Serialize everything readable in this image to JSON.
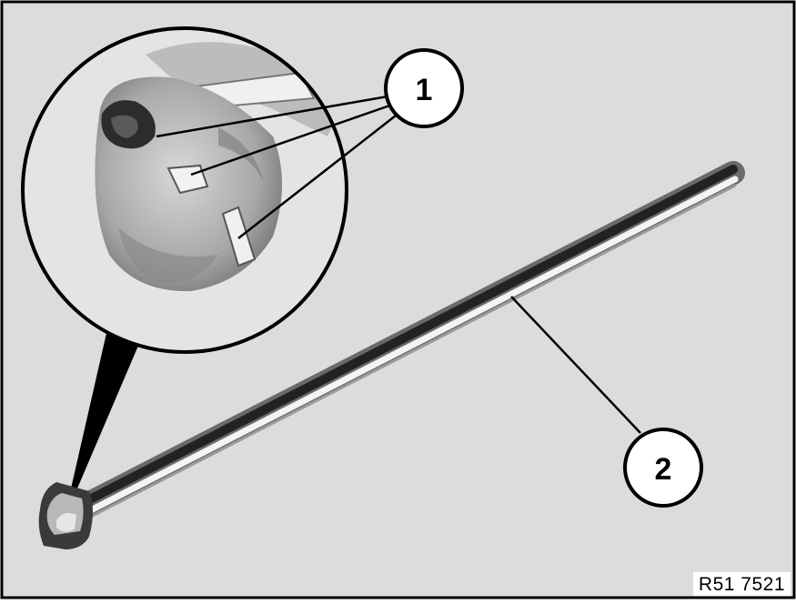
{
  "callouts": [
    {
      "number": "1"
    },
    {
      "number": "2"
    }
  ],
  "reference_code": "R51 7521",
  "colors": {
    "background": "#dcdcdc",
    "frame": "#000000",
    "detail_circle_fill": "#e4e4e4"
  }
}
